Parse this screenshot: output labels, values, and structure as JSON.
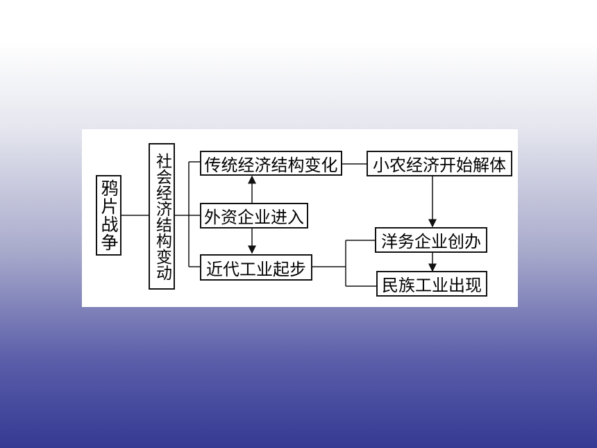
{
  "diagram": {
    "nodes": {
      "opium_war": "鸦片战争",
      "social_change": "社会经济结构变动",
      "traditional_change": "传统经济结构变化",
      "foreign_enterprise": "外资企业进入",
      "modern_industry": "近代工业起步",
      "smallfarm_collapse": "小农经济开始解体",
      "westernization": "洋务企业创办",
      "national_industry": "民族工业出现"
    }
  }
}
